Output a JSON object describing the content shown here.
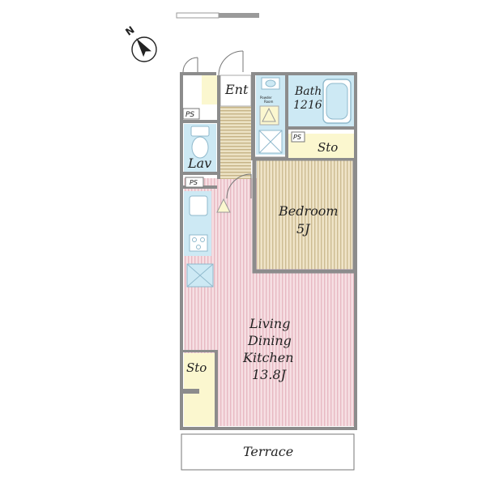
{
  "colors": {
    "wall": "#8c8c8c",
    "wall_dark": "#6e6e6e",
    "ldk_floor": "#f6dfe3",
    "ldk_stripe": "#e7b9c2",
    "bedroom_floor": "#efe4c8",
    "bedroom_stripe": "#cdbb92",
    "hall_floor": "#ece2c4",
    "hall_stripe": "#c6b386",
    "storage": "#fbf7cf",
    "wet_area": "#cde9f4",
    "wet_area_line": "#8fb9cc",
    "entrance": "#fbf7cf",
    "balcony": "#ffffff",
    "outline": "#555555"
  },
  "compass": {
    "north_label": "N",
    "icon": "compass-arrow-icon"
  },
  "rooms": {
    "entrance": "Ent",
    "bath": {
      "line1": "Bath",
      "line2": "1216"
    },
    "powder_room": {
      "line1": "Powder",
      "line2": "Room"
    },
    "storage_top": "Sto",
    "lavatory": "Lav",
    "pipe_space_1": "PS",
    "pipe_space_2": "PS",
    "pipe_space_3": "PS",
    "bedroom": {
      "line1": "Bedroom",
      "line2": "5J"
    },
    "ldk": {
      "line1": "Living",
      "line2": "Dining",
      "line3": "Kitchen",
      "line4": "13.8J"
    },
    "storage_bottom": "Sto",
    "terrace": "Terrace"
  }
}
